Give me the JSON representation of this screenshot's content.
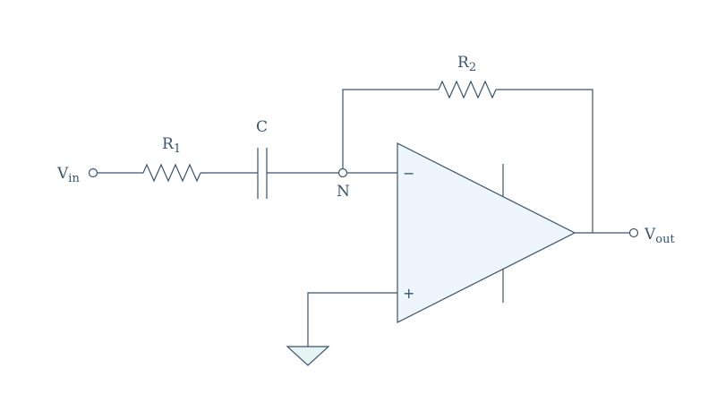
{
  "labels": {
    "vin_main": "V",
    "vin_sub": "in",
    "r1_main": "R",
    "r1_sub": "1",
    "c": "C",
    "n": "N",
    "r2_main": "R",
    "r2_sub": "2",
    "vout_main": "V",
    "vout_sub": "out",
    "minus": "−",
    "plus": "+"
  }
}
